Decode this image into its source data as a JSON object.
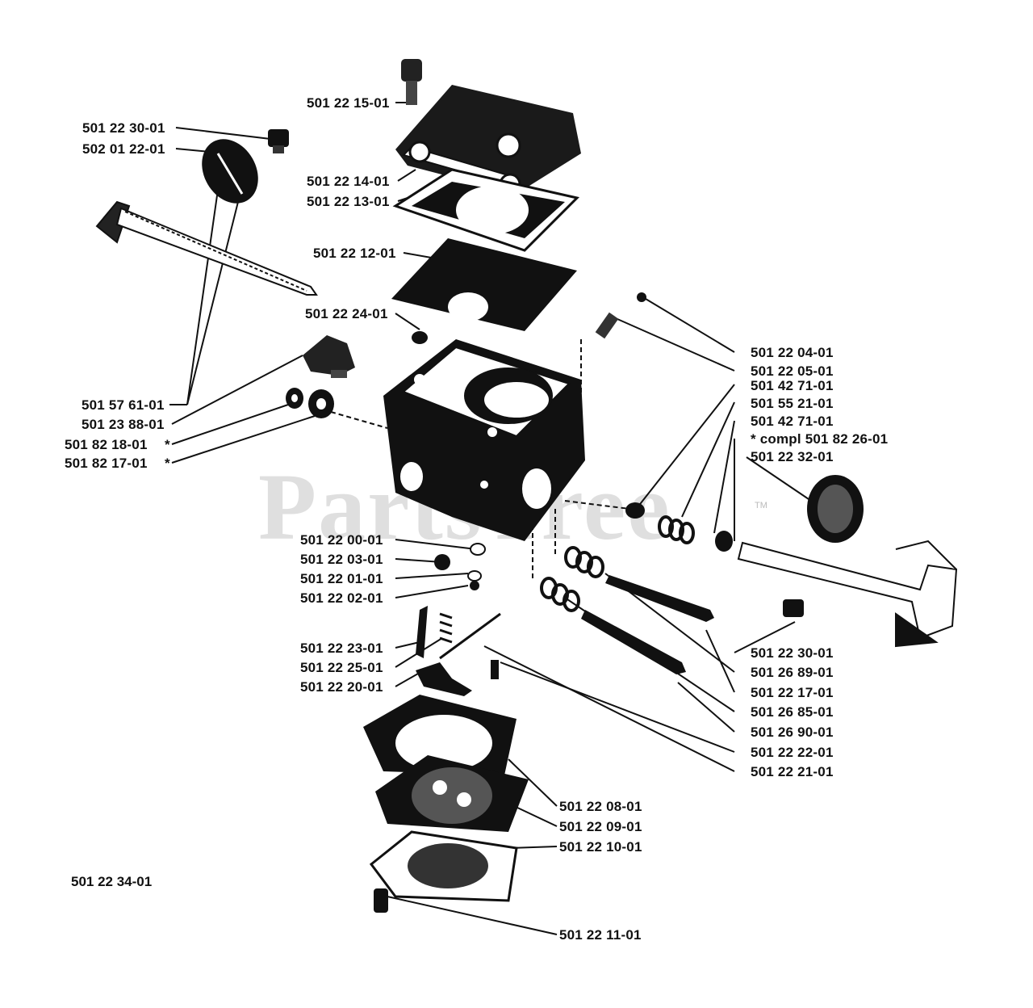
{
  "watermark": "PartsTree",
  "watermark_tm": "TM",
  "assembly_number": "501 22 34-01",
  "labels": {
    "p_150122_1501": "501 22 15-01",
    "p_150122_3001a": "501 22 30-01",
    "p_150201_2201": "502 01 22-01",
    "p_150122_1401": "501 22 14-01",
    "p_150122_1301": "501 22 13-01",
    "p_150122_1201": "501 22 12-01",
    "p_150122_2401": "501 22 24-01",
    "p_150157_6101": "501 57 61-01",
    "p_150123_8801": "501 23 88-01",
    "p_150182_1801": "501 82 18-01",
    "p_150182_1801_star": "*",
    "p_150182_1701": "501 82 17-01",
    "p_150182_1701_star": "*",
    "p_150122_0401": "501 22 04-01",
    "p_150122_0501": "501 22 05-01",
    "p_150142_7101a": "501 42 71-01",
    "p_150155_2101": "501 55 21-01",
    "p_150142_7101b": "501 42 71-01",
    "p_compl": "*  compl 501 82 26-01",
    "p_150122_3201": "501 22 32-01",
    "p_150122_0001": "501 22 00-01",
    "p_150122_0301": "501 22 03-01",
    "p_150122_0101": "501 22 01-01",
    "p_150122_0201": "501 22 02-01",
    "p_150122_2301": "501 22 23-01",
    "p_150122_2501": "501 22 25-01",
    "p_150122_2001": "501 22 20-01",
    "p_150122_3001b": "501 22 30-01",
    "p_150126_8901": "501 26 89-01",
    "p_150122_1701": "501 22 17-01",
    "p_150126_8501": "501 26 85-01",
    "p_150126_9001": "501 26 90-01",
    "p_150122_2201": "501 22 22-01",
    "p_150122_2101": "501 22 21-01",
    "p_150122_0801": "501 22 08-01",
    "p_150122_0901": "501 22 09-01",
    "p_150122_1001": "501 22 10-01",
    "p_150122_1101": "501 22 11-01"
  }
}
